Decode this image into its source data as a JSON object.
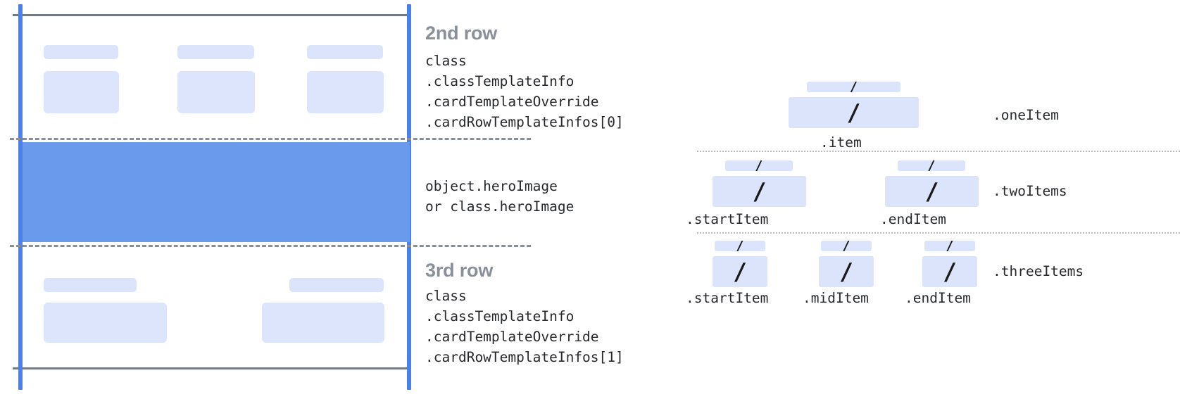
{
  "colors": {
    "skeleton": "#dbe4fb",
    "hero": "#6a9aec",
    "guide_blue": "#4a80e8",
    "rule_gray": "#757b84",
    "dash_gray": "#8b8f96",
    "dotted_gray": "#b9bdc3",
    "title_gray": "#8a9099",
    "code_text": "#26282b"
  },
  "left_diagram": {
    "rows": [
      {
        "title": "2nd row",
        "code_lines": [
          "class",
          ".classTemplateInfo",
          ".cardTemplateOverride",
          ".cardRowTemplateInfos[0]"
        ],
        "item_count": 3
      },
      {
        "title": "",
        "code_lines": [
          "object.heroImage",
          "or class.heroImage"
        ],
        "item_count": 0
      },
      {
        "title": "3rd row",
        "code_lines": [
          "class",
          ".classTemplateInfo",
          ".cardTemplateOverride",
          ".cardRowTemplateInfos[1]"
        ],
        "item_count": 2
      }
    ]
  },
  "right_diagram": {
    "slash_glyph": "/",
    "groups": [
      {
        "group_label": ".oneItem",
        "items": [
          {
            "sub_label": ".item"
          }
        ]
      },
      {
        "group_label": ".twoItems",
        "items": [
          {
            "sub_label": ".startItem"
          },
          {
            "sub_label": ".endItem"
          }
        ]
      },
      {
        "group_label": ".threeItems",
        "items": [
          {
            "sub_label": ".startItem"
          },
          {
            "sub_label": ".midItem"
          },
          {
            "sub_label": ".endItem"
          }
        ]
      }
    ]
  }
}
